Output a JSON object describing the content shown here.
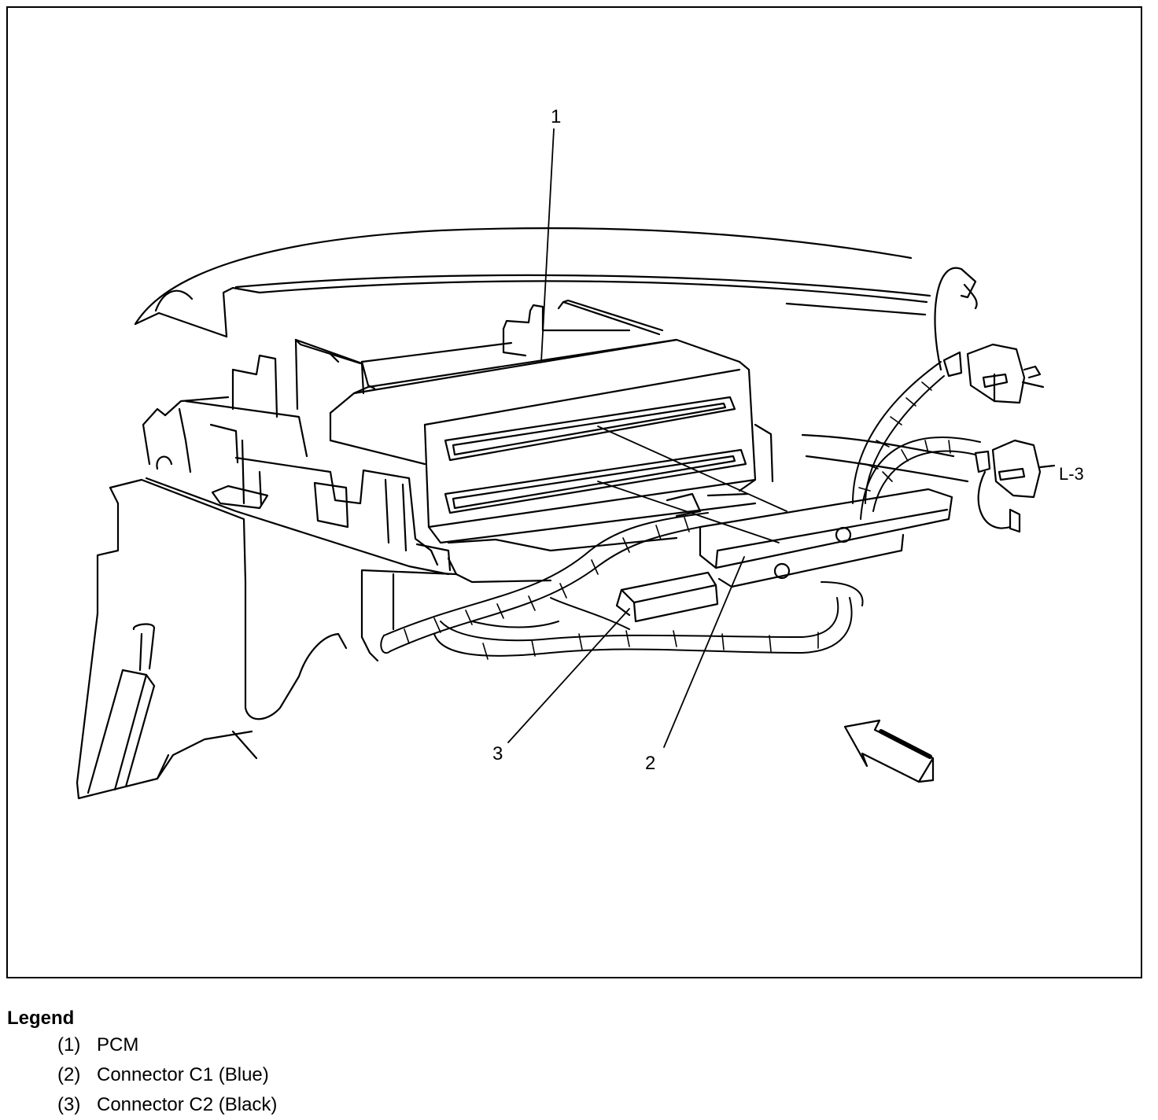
{
  "callouts": {
    "pcm": "1",
    "connector_c1": "2",
    "connector_c2": "3"
  },
  "connector_text": "L-3",
  "legend": {
    "title": "Legend",
    "items": [
      {
        "num": "(1)",
        "label": "PCM"
      },
      {
        "num": "(2)",
        "label": "Connector C1 (Blue)"
      },
      {
        "num": "(3)",
        "label": "Connector C2 (Black)"
      }
    ]
  },
  "colors": {
    "line": "#000000",
    "background": "#ffffff"
  }
}
